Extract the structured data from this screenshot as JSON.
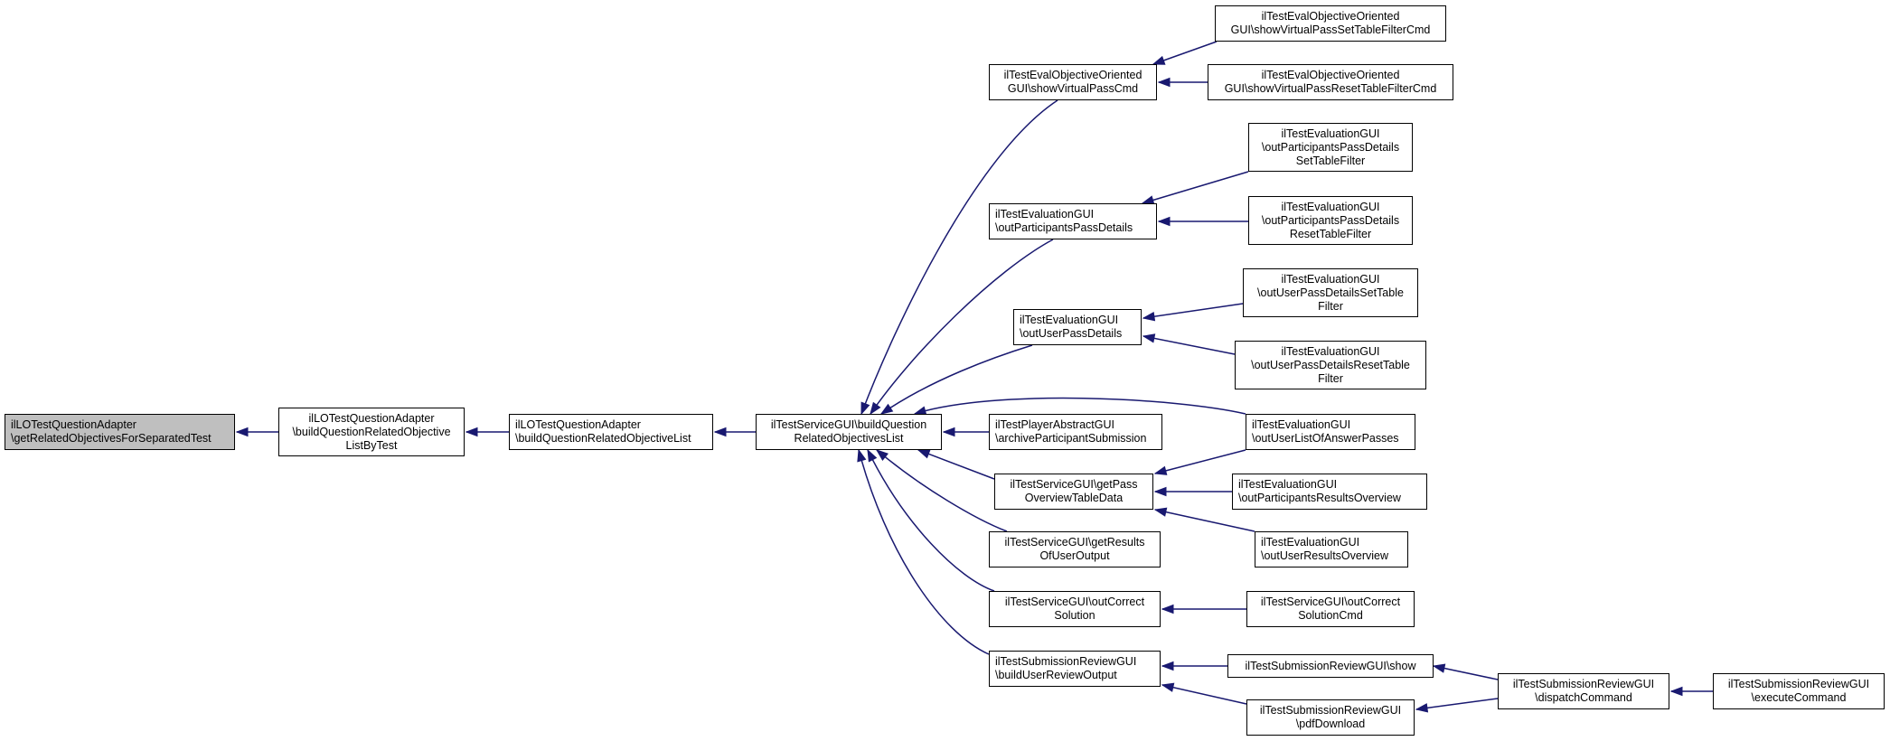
{
  "colors": {
    "edge": "#191970",
    "root_fill": "#bfbfbf",
    "node_fill": "#ffffff",
    "border": "#000000"
  },
  "nodes": {
    "n0": {
      "lines": [
        "ilLOTestQuestionAdapter",
        "\\getRelatedObjectivesForSeparatedTest"
      ]
    },
    "n1": {
      "lines": [
        "ilLOTestQuestionAdapter",
        "\\buildQuestionRelatedObjective",
        "ListByTest"
      ]
    },
    "n2": {
      "lines": [
        "ilLOTestQuestionAdapter",
        "\\buildQuestionRelatedObjectiveList"
      ]
    },
    "n3": {
      "lines": [
        "ilTestServiceGUI\\buildQuestion",
        "RelatedObjectivesList"
      ]
    },
    "n4": {
      "lines": [
        "ilTestEvalObjectiveOriented",
        "GUI\\showVirtualPassCmd"
      ]
    },
    "n5": {
      "lines": [
        "ilTestEvaluationGUI",
        "\\outParticipantsPassDetails"
      ]
    },
    "n6": {
      "lines": [
        "ilTestEvaluationGUI",
        "\\outUserPassDetails"
      ]
    },
    "n7": {
      "lines": [
        "ilTestPlayerAbstractGUI",
        "\\archiveParticipantSubmission"
      ]
    },
    "n8": {
      "lines": [
        "ilTestServiceGUI\\getPass",
        "OverviewTableData"
      ]
    },
    "n9": {
      "lines": [
        "ilTestServiceGUI\\getResults",
        "OfUserOutput"
      ]
    },
    "n10": {
      "lines": [
        "ilTestServiceGUI\\outCorrect",
        "Solution"
      ]
    },
    "n11": {
      "lines": [
        "ilTestSubmissionReviewGUI",
        "\\buildUserReviewOutput"
      ]
    },
    "n12": {
      "lines": [
        "ilTestEvalObjectiveOriented",
        "GUI\\showVirtualPassSetTableFilterCmd"
      ]
    },
    "n13": {
      "lines": [
        "ilTestEvalObjectiveOriented",
        "GUI\\showVirtualPassResetTableFilterCmd"
      ]
    },
    "n14": {
      "lines": [
        "ilTestEvaluationGUI",
        "\\outParticipantsPassDetails",
        "SetTableFilter"
      ]
    },
    "n15": {
      "lines": [
        "ilTestEvaluationGUI",
        "\\outParticipantsPassDetails",
        "ResetTableFilter"
      ]
    },
    "n16": {
      "lines": [
        "ilTestEvaluationGUI",
        "\\outUserPassDetailsSetTable",
        "Filter"
      ]
    },
    "n17": {
      "lines": [
        "ilTestEvaluationGUI",
        "\\outUserPassDetailsResetTable",
        "Filter"
      ]
    },
    "n18": {
      "lines": [
        "ilTestEvaluationGUI",
        "\\outUserListOfAnswerPasses"
      ]
    },
    "n19": {
      "lines": [
        "ilTestEvaluationGUI",
        "\\outParticipantsResultsOverview"
      ]
    },
    "n20": {
      "lines": [
        "ilTestEvaluationGUI",
        "\\outUserResultsOverview"
      ]
    },
    "n21": {
      "lines": [
        "ilTestServiceGUI\\outCorrect",
        "SolutionCmd"
      ]
    },
    "n22": {
      "lines": [
        "ilTestSubmissionReviewGUI\\show"
      ]
    },
    "n23": {
      "lines": [
        "ilTestSubmissionReviewGUI",
        "\\pdfDownload"
      ]
    },
    "n24": {
      "lines": [
        "ilTestSubmissionReviewGUI",
        "\\dispatchCommand"
      ]
    },
    "n25": {
      "lines": [
        "ilTestSubmissionReviewGUI",
        "\\executeCommand"
      ]
    }
  }
}
